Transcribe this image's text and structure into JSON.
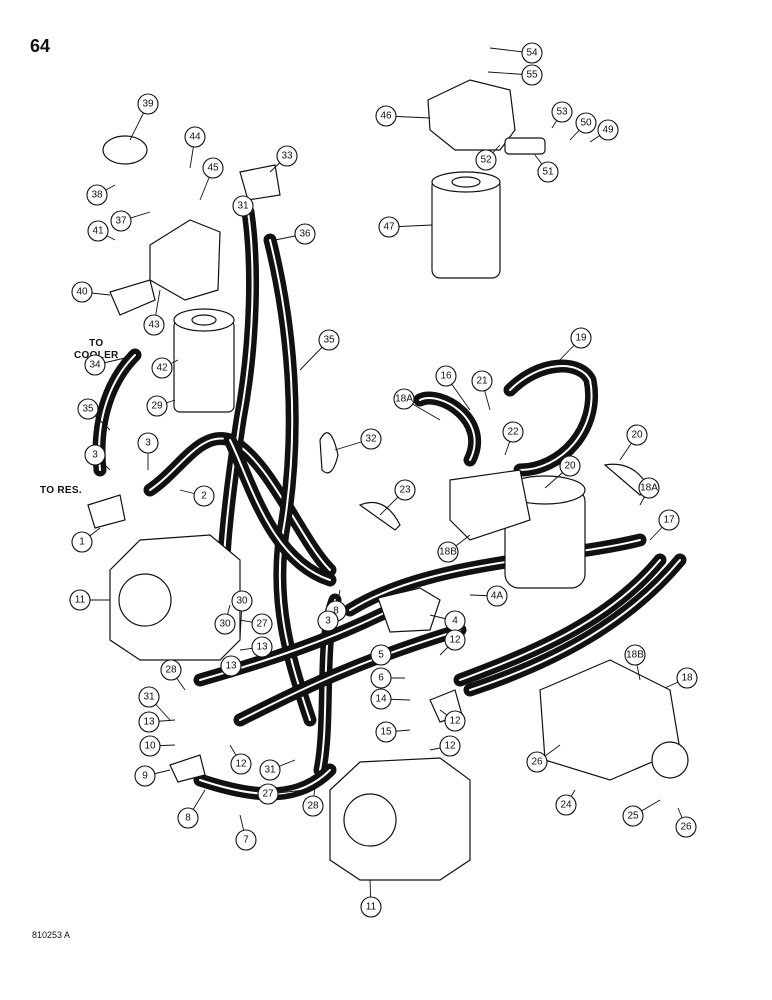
{
  "page_number": "64",
  "figure_id": "810253 A",
  "notes": {
    "to_cooler": "TO\nCOOLER",
    "to_res": "TO RES."
  },
  "callouts": [
    "54",
    "55",
    "46",
    "53",
    "50",
    "49",
    "52",
    "51",
    "47",
    "39",
    "44",
    "45",
    "33",
    "38",
    "37",
    "31",
    "41",
    "36",
    "40",
    "43",
    "42",
    "29",
    "35",
    "34",
    "3",
    "2",
    "32",
    "1",
    "16",
    "21",
    "19",
    "18A",
    "22",
    "20",
    "23",
    "18B",
    "17",
    "4A",
    "4",
    "5",
    "6",
    "14",
    "15",
    "30",
    "11",
    "8",
    "27",
    "28",
    "13",
    "12",
    "10",
    "9",
    "7",
    "26",
    "24",
    "25"
  ]
}
